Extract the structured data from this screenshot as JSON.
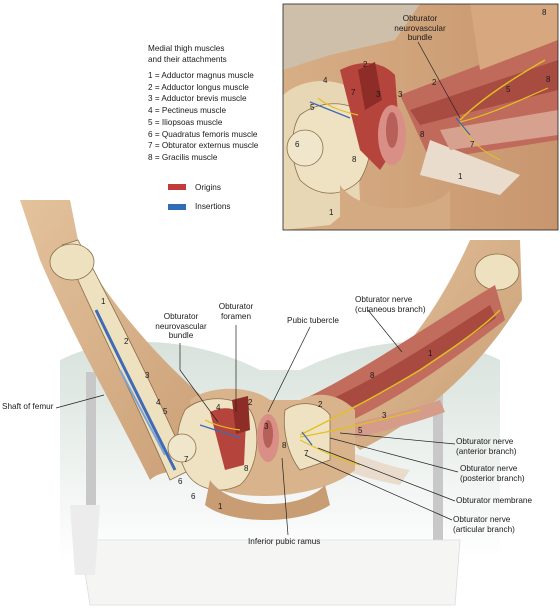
{
  "legend": {
    "title_line1": "Medial thigh muscles",
    "title_line2": "and their attachments",
    "items": [
      "1 = Adductor magnus muscle",
      "2 = Adductor longus muscle",
      "3 = Adductor brevis muscle",
      "4 = Pectineus muscle",
      "5 = Iliopsoas muscle",
      "6 = Quadratus femoris muscle",
      "7 = Obturator externus muscle",
      "8 = Gracilis muscle"
    ],
    "origins_label": "Origins",
    "insertions_label": "Insertions"
  },
  "colors": {
    "origin_swatch": "#c23b3b",
    "insertion_swatch": "#2f6db5",
    "skin": "#d9b38a",
    "bone": "#eadcb8",
    "muscle": "#b5534a",
    "drape": "#ece8e2",
    "nerve": "#e8c431"
  },
  "inset": {
    "label_neurovascular": "Obturator\nneurovascular\nbundle",
    "numbers": [
      "2",
      "4",
      "7",
      "3",
      "5",
      "6",
      "8",
      "1",
      "2",
      "3",
      "5",
      "7",
      "8",
      "1",
      "8",
      "8"
    ]
  },
  "main": {
    "labels": {
      "shaft_of_femur": "Shaft of femur",
      "neurovascular_bundle": "Obturator\nneurovascular\nbundle",
      "obturator_foramen": "Obturator\nforamen",
      "pubic_tubercle": "Pubic tubercle",
      "nerve_cutaneous": "Obturator nerve\n(cutaneous branch)",
      "nerve_anterior": "Obturator nerve\n(anterior branch)",
      "nerve_posterior": "Obturator nerve\n(posterior branch)",
      "obturator_membrane": "Obturator membrane",
      "nerve_articular": "Obturator nerve\n(articular branch)",
      "inferior_pubic_ramus": "Inferior pubic ramus"
    },
    "left_numbers": [
      "1",
      "2",
      "3",
      "4",
      "5",
      "6",
      "7",
      "8",
      "1",
      "2",
      "3",
      "4",
      "6"
    ],
    "right_numbers": [
      "1",
      "8",
      "2",
      "3",
      "7",
      "8",
      "5"
    ]
  }
}
